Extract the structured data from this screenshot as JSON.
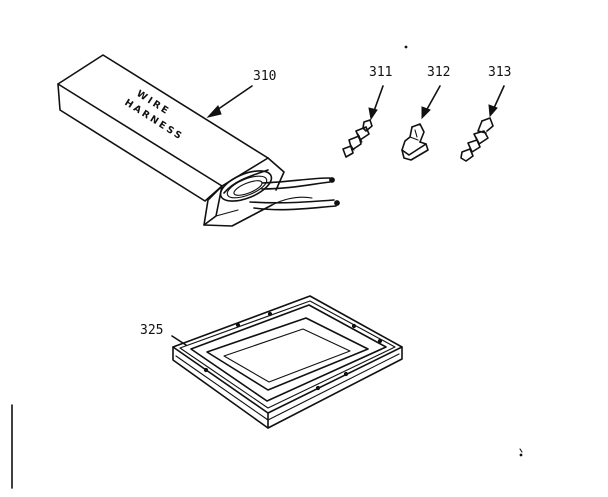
{
  "callouts": {
    "wire_harness": "310",
    "terminal_311": "311",
    "terminal_312": "312",
    "terminal_313": "313",
    "drip_pan": "325"
  },
  "box_label": {
    "line1": "WIRE",
    "line2": "HARNESS"
  },
  "colors": {
    "ink": "#111111",
    "paper": "#ffffff"
  }
}
